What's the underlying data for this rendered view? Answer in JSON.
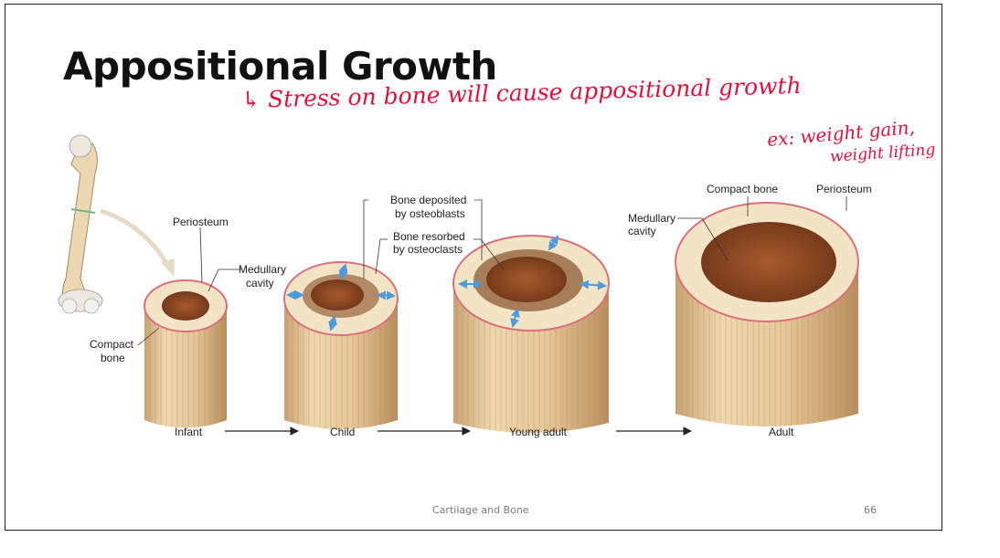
{
  "slide": {
    "title": "Appositional Growth",
    "footer_center": "Cartilage and Bone",
    "page_number": "66"
  },
  "handwriting": {
    "line1": "↳ Stress on bone will cause appositional growth",
    "line2": "ex: weight gain,",
    "line3": "weight lifting",
    "color": "#e0103c"
  },
  "diagram": {
    "labels": {
      "periosteum_infant": "Periosteum",
      "medullary_infant": "Medullary",
      "medullary_infant_2": "cavity",
      "compact_infant": "Compact",
      "compact_infant_2": "bone",
      "deposited": "Bone deposited",
      "deposited_2": "by osteoblasts",
      "resorbed": "Bone resorbed",
      "resorbed_2": "by osteoclasts",
      "medullary_adult": "Medullary",
      "medullary_adult_2": "cavity",
      "compact_adult": "Compact bone",
      "periosteum_adult": "Periosteum"
    },
    "stages": [
      "Infant",
      "Child",
      "Young adult",
      "Adult"
    ],
    "colors": {
      "bone": "#e9cfa2",
      "marrow": "#8e4a22",
      "periosteum": "#d9707a",
      "arrow": "#4f9ad8"
    }
  }
}
